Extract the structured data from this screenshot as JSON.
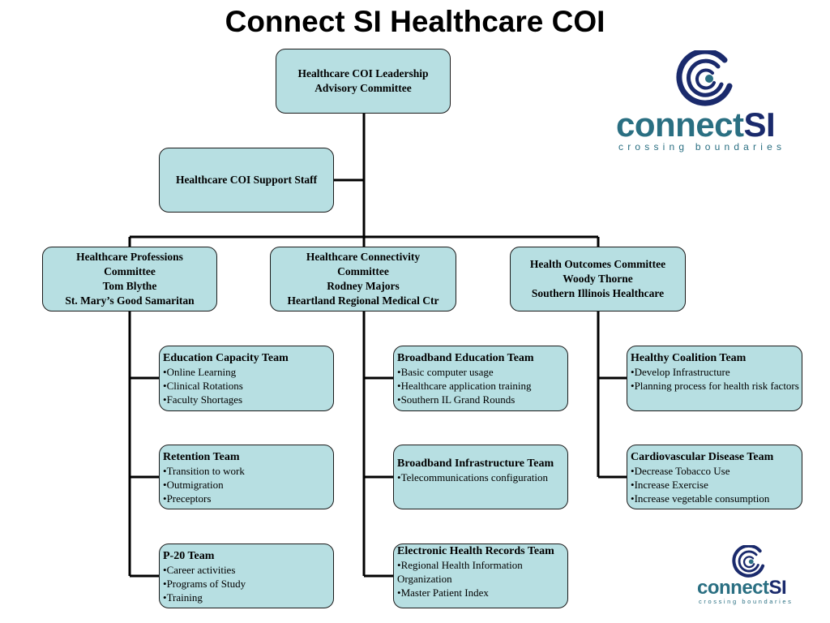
{
  "title": "Connect SI Healthcare COI",
  "leadership": {
    "lines": [
      "Healthcare COI Leadership",
      "Advisory Committee"
    ]
  },
  "support_staff": {
    "label": "Healthcare COI Support Staff"
  },
  "committees": [
    {
      "lines": [
        "Healthcare Professions",
        "Committee",
        "Tom Blythe",
        "St. Mary’s Good Samaritan"
      ]
    },
    {
      "lines": [
        "Healthcare Connectivity",
        "Committee",
        "Rodney Majors",
        "Heartland Regional Medical Ctr"
      ]
    },
    {
      "lines": [
        "Health Outcomes Committee",
        "Woody Thorne",
        "Southern Illinois Healthcare"
      ]
    }
  ],
  "teams": {
    "education_capacity": {
      "title": "Education Capacity Team",
      "items": [
        "Online Learning",
        "Clinical Rotations",
        "Faculty Shortages"
      ]
    },
    "retention": {
      "title": "Retention Team",
      "items": [
        "Transition to work",
        "Outmigration",
        "Preceptors"
      ]
    },
    "p20": {
      "title": "P-20 Team",
      "items": [
        "Career activities",
        "Programs of Study",
        "Training"
      ]
    },
    "broadband_education": {
      "title": "Broadband Education Team",
      "items": [
        "Basic computer usage",
        "Healthcare application training",
        "Southern IL Grand Rounds"
      ]
    },
    "broadband_infrastructure": {
      "title": "Broadband Infrastructure Team",
      "items": [
        "Telecommunications configuration"
      ]
    },
    "ehr": {
      "title": "Electronic Health Records Team",
      "items": [
        "Regional Health Information Organization",
        "Master Patient Index"
      ]
    },
    "healthy_coalition": {
      "title": "Healthy Coalition Team",
      "items": [
        "Develop Infrastructure",
        "Planning process for health risk factors"
      ]
    },
    "cardiovascular": {
      "title": "Cardiovascular Disease Team",
      "items": [
        "Decrease Tobacco Use",
        "Increase Exercise",
        "Increase vegetable consumption"
      ]
    }
  },
  "logos": {
    "large": {
      "word": "connect",
      "accent": "SI",
      "tagline": "crossing boundaries"
    },
    "small": {
      "word": "connect",
      "accent": "SI",
      "tagline": "crossing boundaries"
    }
  },
  "colors": {
    "box_fill": "#b7dfe2",
    "connector": "#000000",
    "logo_teal": "#2a6f82",
    "logo_navy": "#1a2a6c"
  }
}
